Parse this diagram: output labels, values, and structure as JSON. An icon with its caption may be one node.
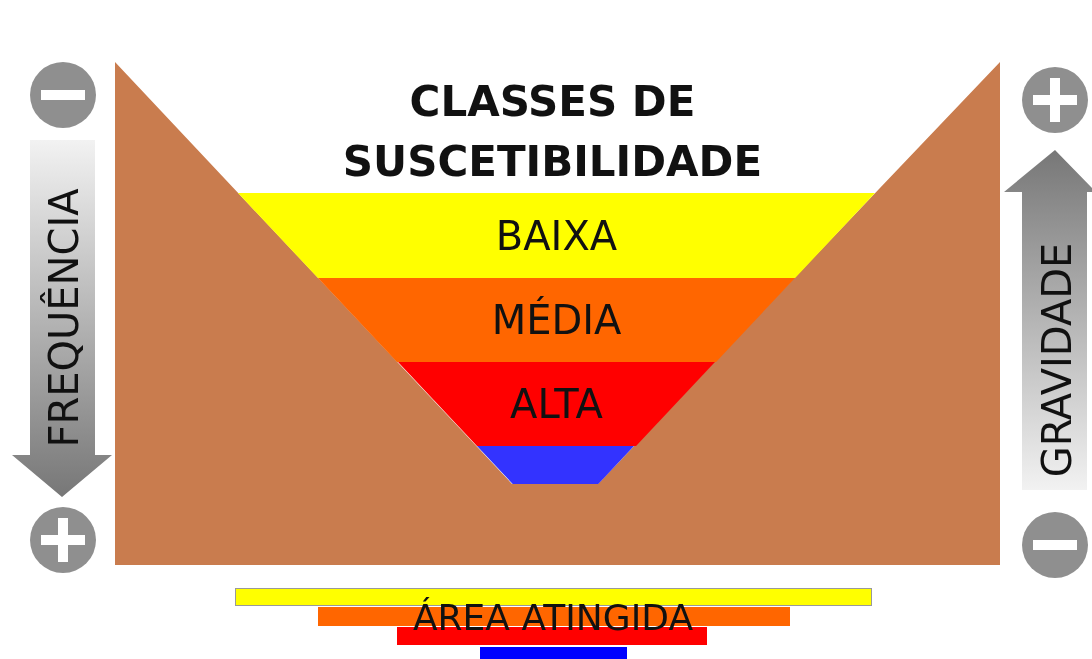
{
  "diagram": {
    "title": "CLASSES DE SUSCETIBILIDADE",
    "nodes": [
      {
        "text": [
          "BAIXA"
        ]
      },
      {
        "text": [
          "MÉDIA"
        ]
      },
      {
        "text": [
          "ALTA"
        ]
      },
      {
        "text": [],
        "shape": "box"
      },
      {
        "text": [],
        "shape": "bar"
      },
      {
        "text": [],
        "shape": "bar"
      },
      {
        "text": [],
        "shape": "bar"
      },
      {
        "text": [],
        "shape": "bar"
      }
    ],
    "edges": [],
    "labels": [
      "FREQUÊNCIA",
      "GRAVIDADE",
      "ÁREA ATINGIDA"
    ]
  }
}
